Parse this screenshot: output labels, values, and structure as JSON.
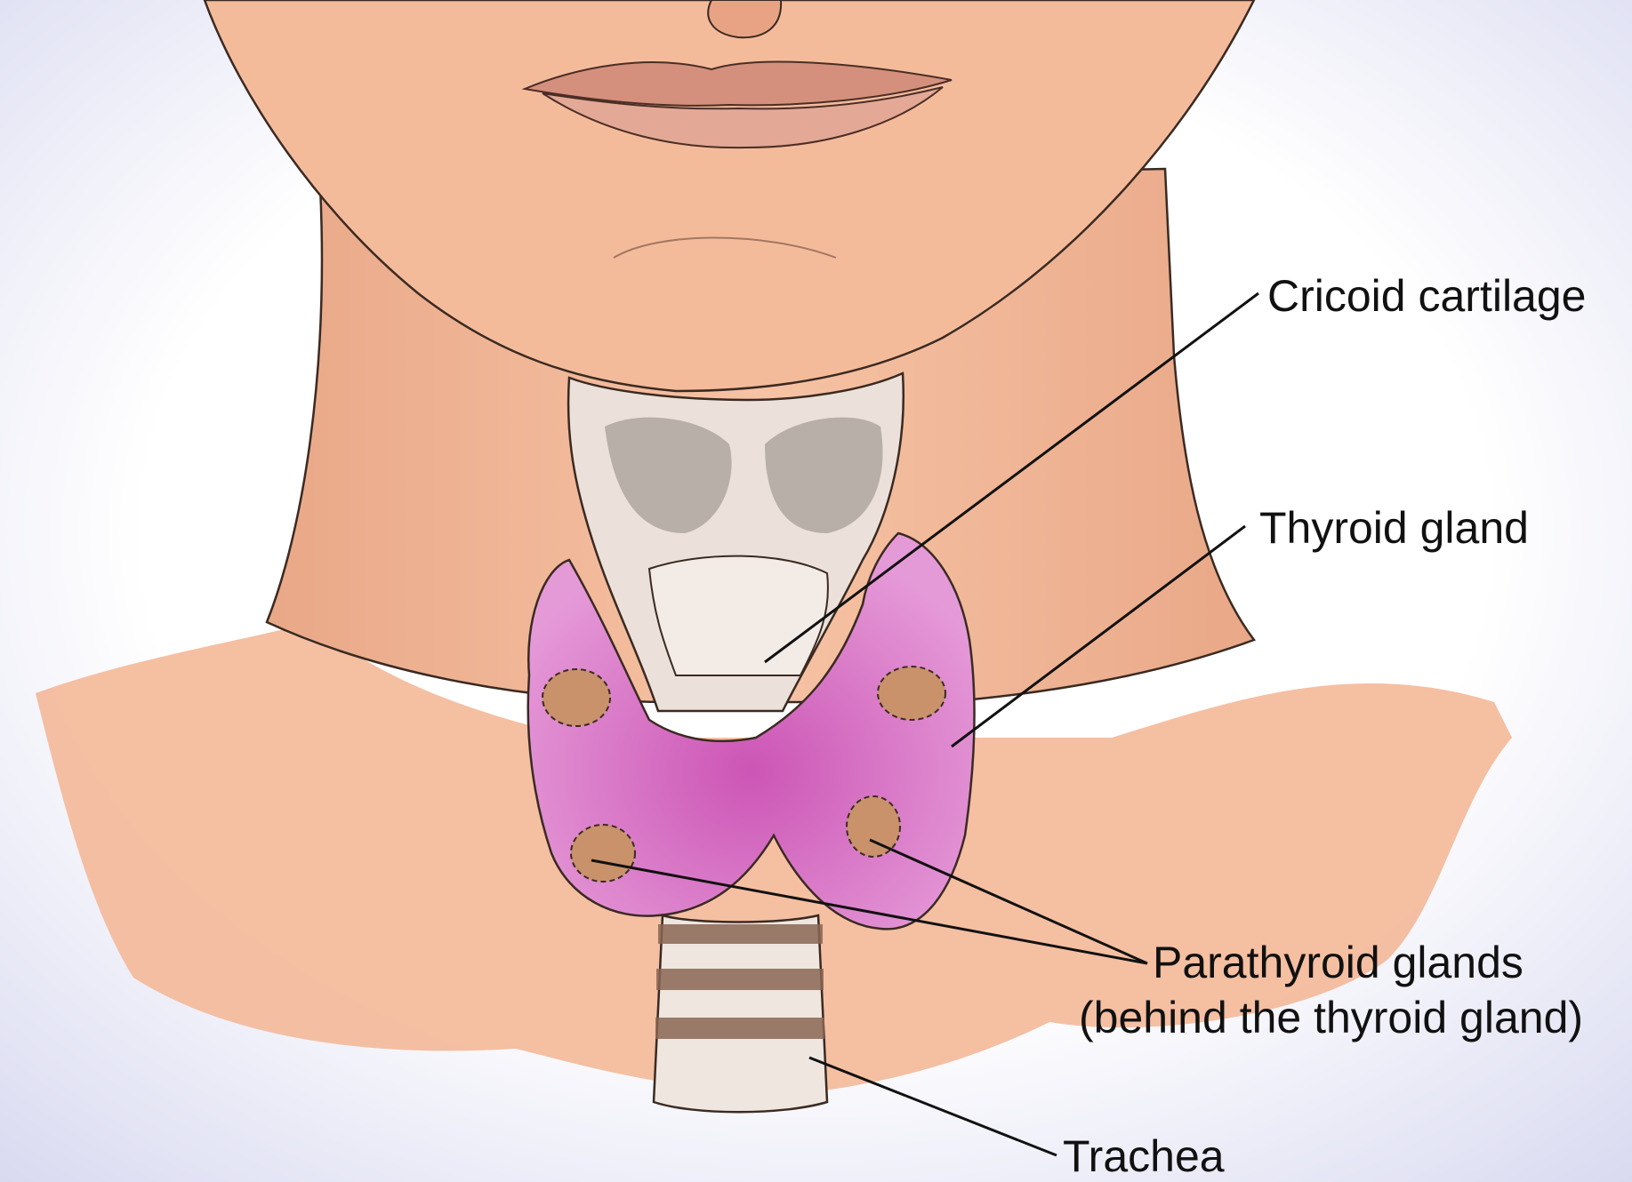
{
  "labels": {
    "cricoid": "Cricoid cartilage",
    "thyroid": "Thyroid gland",
    "parathyroid_line1": "Parathyroid glands",
    "parathyroid_line2": "(behind the thyroid gland)",
    "trachea": "Trachea"
  },
  "colors": {
    "background": "#ffffff",
    "background_shadow": "#dcdcf0",
    "skin": "#f2b796",
    "skin_shadow": "#d99a7c",
    "lips": "#d9907d",
    "cartilage": "#e8dcd5",
    "cartilage_shadow": "#9a8f8a",
    "thyroid": "#d56fc0",
    "parathyroid": "#c9926a",
    "trachea_ring": "#8a6552",
    "leader_line": "#111111"
  }
}
